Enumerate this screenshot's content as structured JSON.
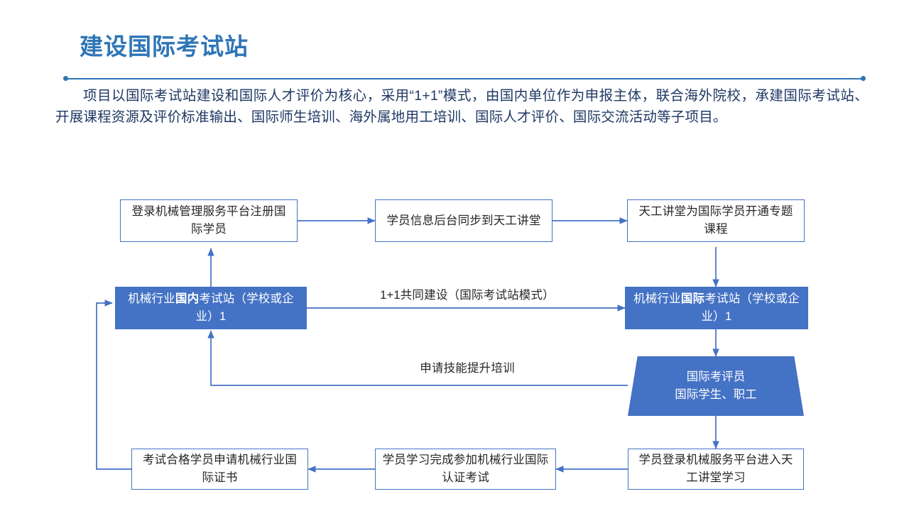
{
  "slide": {
    "title": "建设国际考试站",
    "paragraph": "项目以国际考试站建设和国际人才评价为核心，采用“1+1”模式，由国内单位作为申报主体，联合海外院校，承建国际考试站、开展课程资源及评价标准输出、国际师生培训、海外属地用工培训、国际人才评价、国际交流活动等子项目。",
    "colors": {
      "title_blue": "#2E75B6",
      "body_text_blue": "#1F3864",
      "node_fill_blue": "#4472C4",
      "node_border_blue": "#4472C4",
      "connector_blue": "#4472C4",
      "node_text_dark": "#262626"
    }
  },
  "flowchart": {
    "type": "flowchart",
    "nodes": [
      {
        "id": "register",
        "label": "登录机械管理服务平台注册国际学员",
        "shape": "rect",
        "style": "outline"
      },
      {
        "id": "sync",
        "label": "学员信息后台同步到天工讲堂",
        "shape": "rect",
        "style": "outline"
      },
      {
        "id": "open-course",
        "label": "天工讲堂为国际学员开通专题课程",
        "shape": "rect",
        "style": "outline"
      },
      {
        "id": "domestic-site",
        "label_prefix": "机械行业",
        "label_bold": "国内",
        "label_suffix": "考试站（学校或企业）1",
        "shape": "rect",
        "style": "filled"
      },
      {
        "id": "overseas-site",
        "label_prefix": "机械行业",
        "label_bold": "国际",
        "label_suffix": "考试站（学校或企业）1",
        "shape": "rect",
        "style": "filled"
      },
      {
        "id": "assessors",
        "label_line1": "国际考评员",
        "label_line2": "国际学生、职工",
        "shape": "trapezoid",
        "style": "filled"
      },
      {
        "id": "certificate",
        "label": "考试合格学员申请机械行业国际证书",
        "shape": "rect",
        "style": "outline"
      },
      {
        "id": "exam",
        "label": "学员学习完成参加机械行业国际认证考试",
        "shape": "rect",
        "style": "outline"
      },
      {
        "id": "study",
        "label": "学员登录机械服务平台进入天工讲堂学习",
        "shape": "rect",
        "style": "outline"
      }
    ],
    "edge_labels": [
      {
        "id": "cobuild",
        "text": "1+1共同建设（国际考试站模式）"
      },
      {
        "id": "training",
        "text": "申请技能提升培训"
      }
    ],
    "edges": [
      {
        "from": "register",
        "to": "sync",
        "label": ""
      },
      {
        "from": "sync",
        "to": "open-course",
        "label": ""
      },
      {
        "from": "open-course",
        "to": "overseas-site",
        "label": ""
      },
      {
        "from": "domestic-site",
        "to": "overseas-site",
        "label": "1+1共同建设（国际考试站模式）"
      },
      {
        "from": "domestic-site",
        "to": "register",
        "label": ""
      },
      {
        "from": "assessors",
        "to": "domestic-site",
        "label": "申请技能提升培训"
      },
      {
        "from": "overseas-site",
        "to": "assessors",
        "label": ""
      },
      {
        "from": "assessors",
        "to": "study",
        "label": ""
      },
      {
        "from": "study",
        "to": "exam",
        "label": ""
      },
      {
        "from": "exam",
        "to": "certificate",
        "label": ""
      },
      {
        "from": "certificate",
        "to": "domestic-site",
        "label": ""
      }
    ]
  }
}
